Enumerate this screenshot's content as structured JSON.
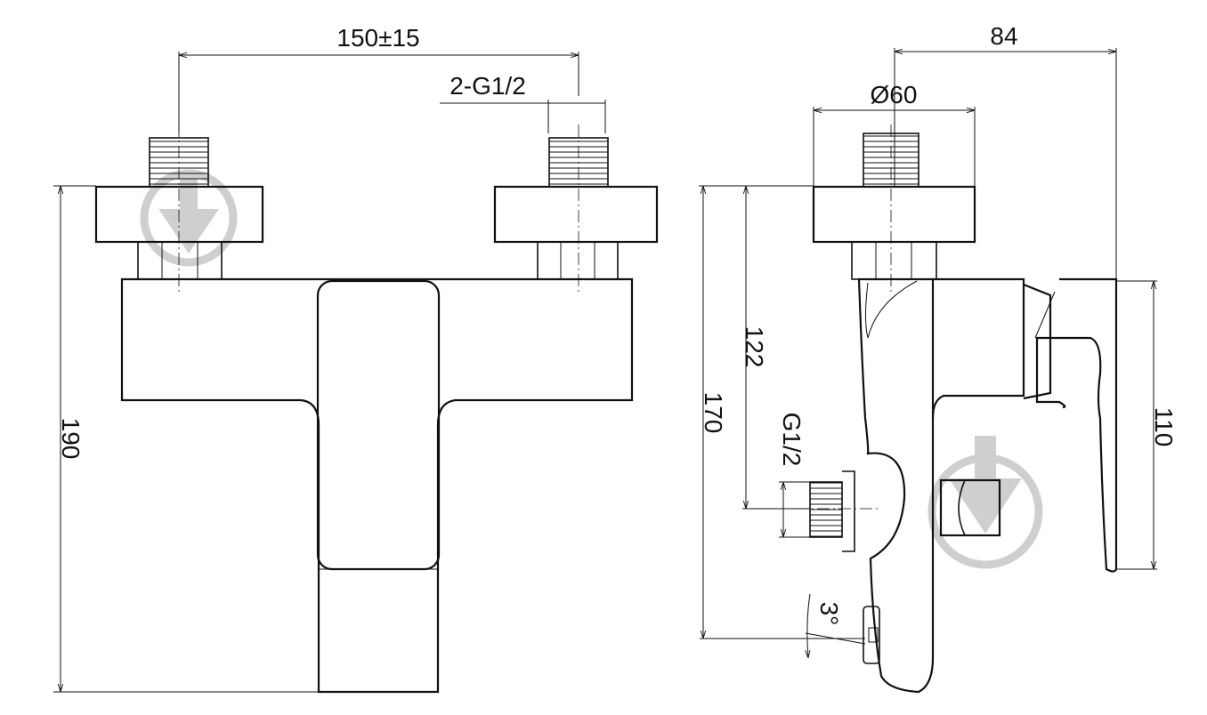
{
  "dimensions": {
    "spacing": "150±15",
    "inlet_thread": "2-G1/2",
    "total_height_front": "190",
    "depth": "84",
    "flange_diameter": "Ø60",
    "height_to_outlet": "122",
    "total_height_side": "170",
    "outlet_thread": "G1/2",
    "handle_height": "110",
    "spout_angle": "3°"
  },
  "colors": {
    "line": "#111111",
    "watermark": "#cfcfcf"
  }
}
